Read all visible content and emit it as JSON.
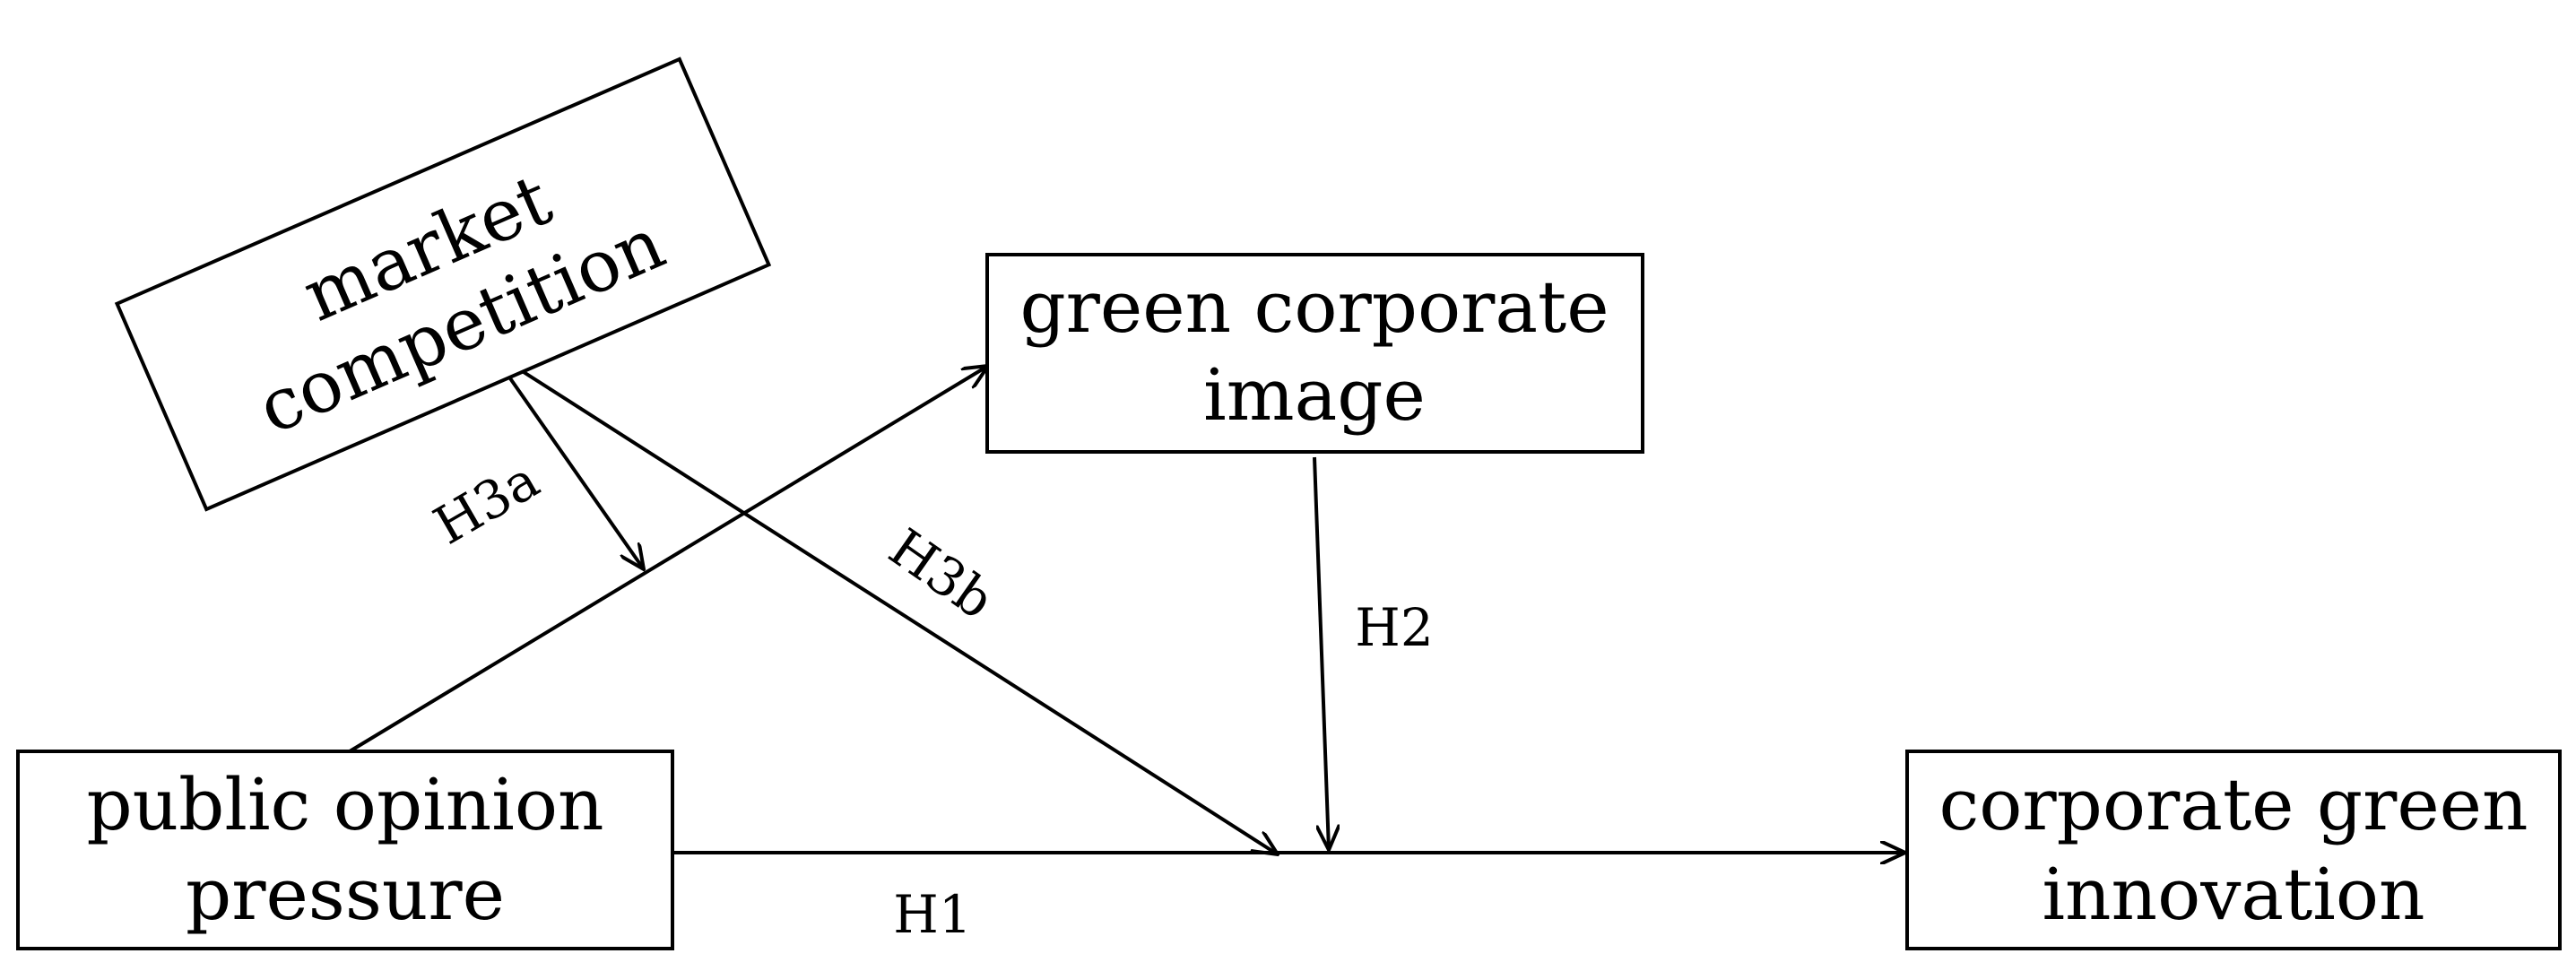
{
  "nodes": {
    "market_competition": {
      "line1": "market",
      "line2": "competition"
    },
    "green_corporate_image": {
      "line1": "green corporate",
      "line2": "image"
    },
    "public_opinion_pressure": {
      "line1": "public opinion",
      "line2": "pressure"
    },
    "corporate_green_innovation": {
      "line1": "corporate green",
      "line2": "innovation"
    }
  },
  "edges": {
    "h1": "H1",
    "h2": "H2",
    "h3a": "H3a",
    "h3b": "H3b"
  },
  "colors": {
    "stroke": "#000000",
    "background": "#ffffff"
  }
}
